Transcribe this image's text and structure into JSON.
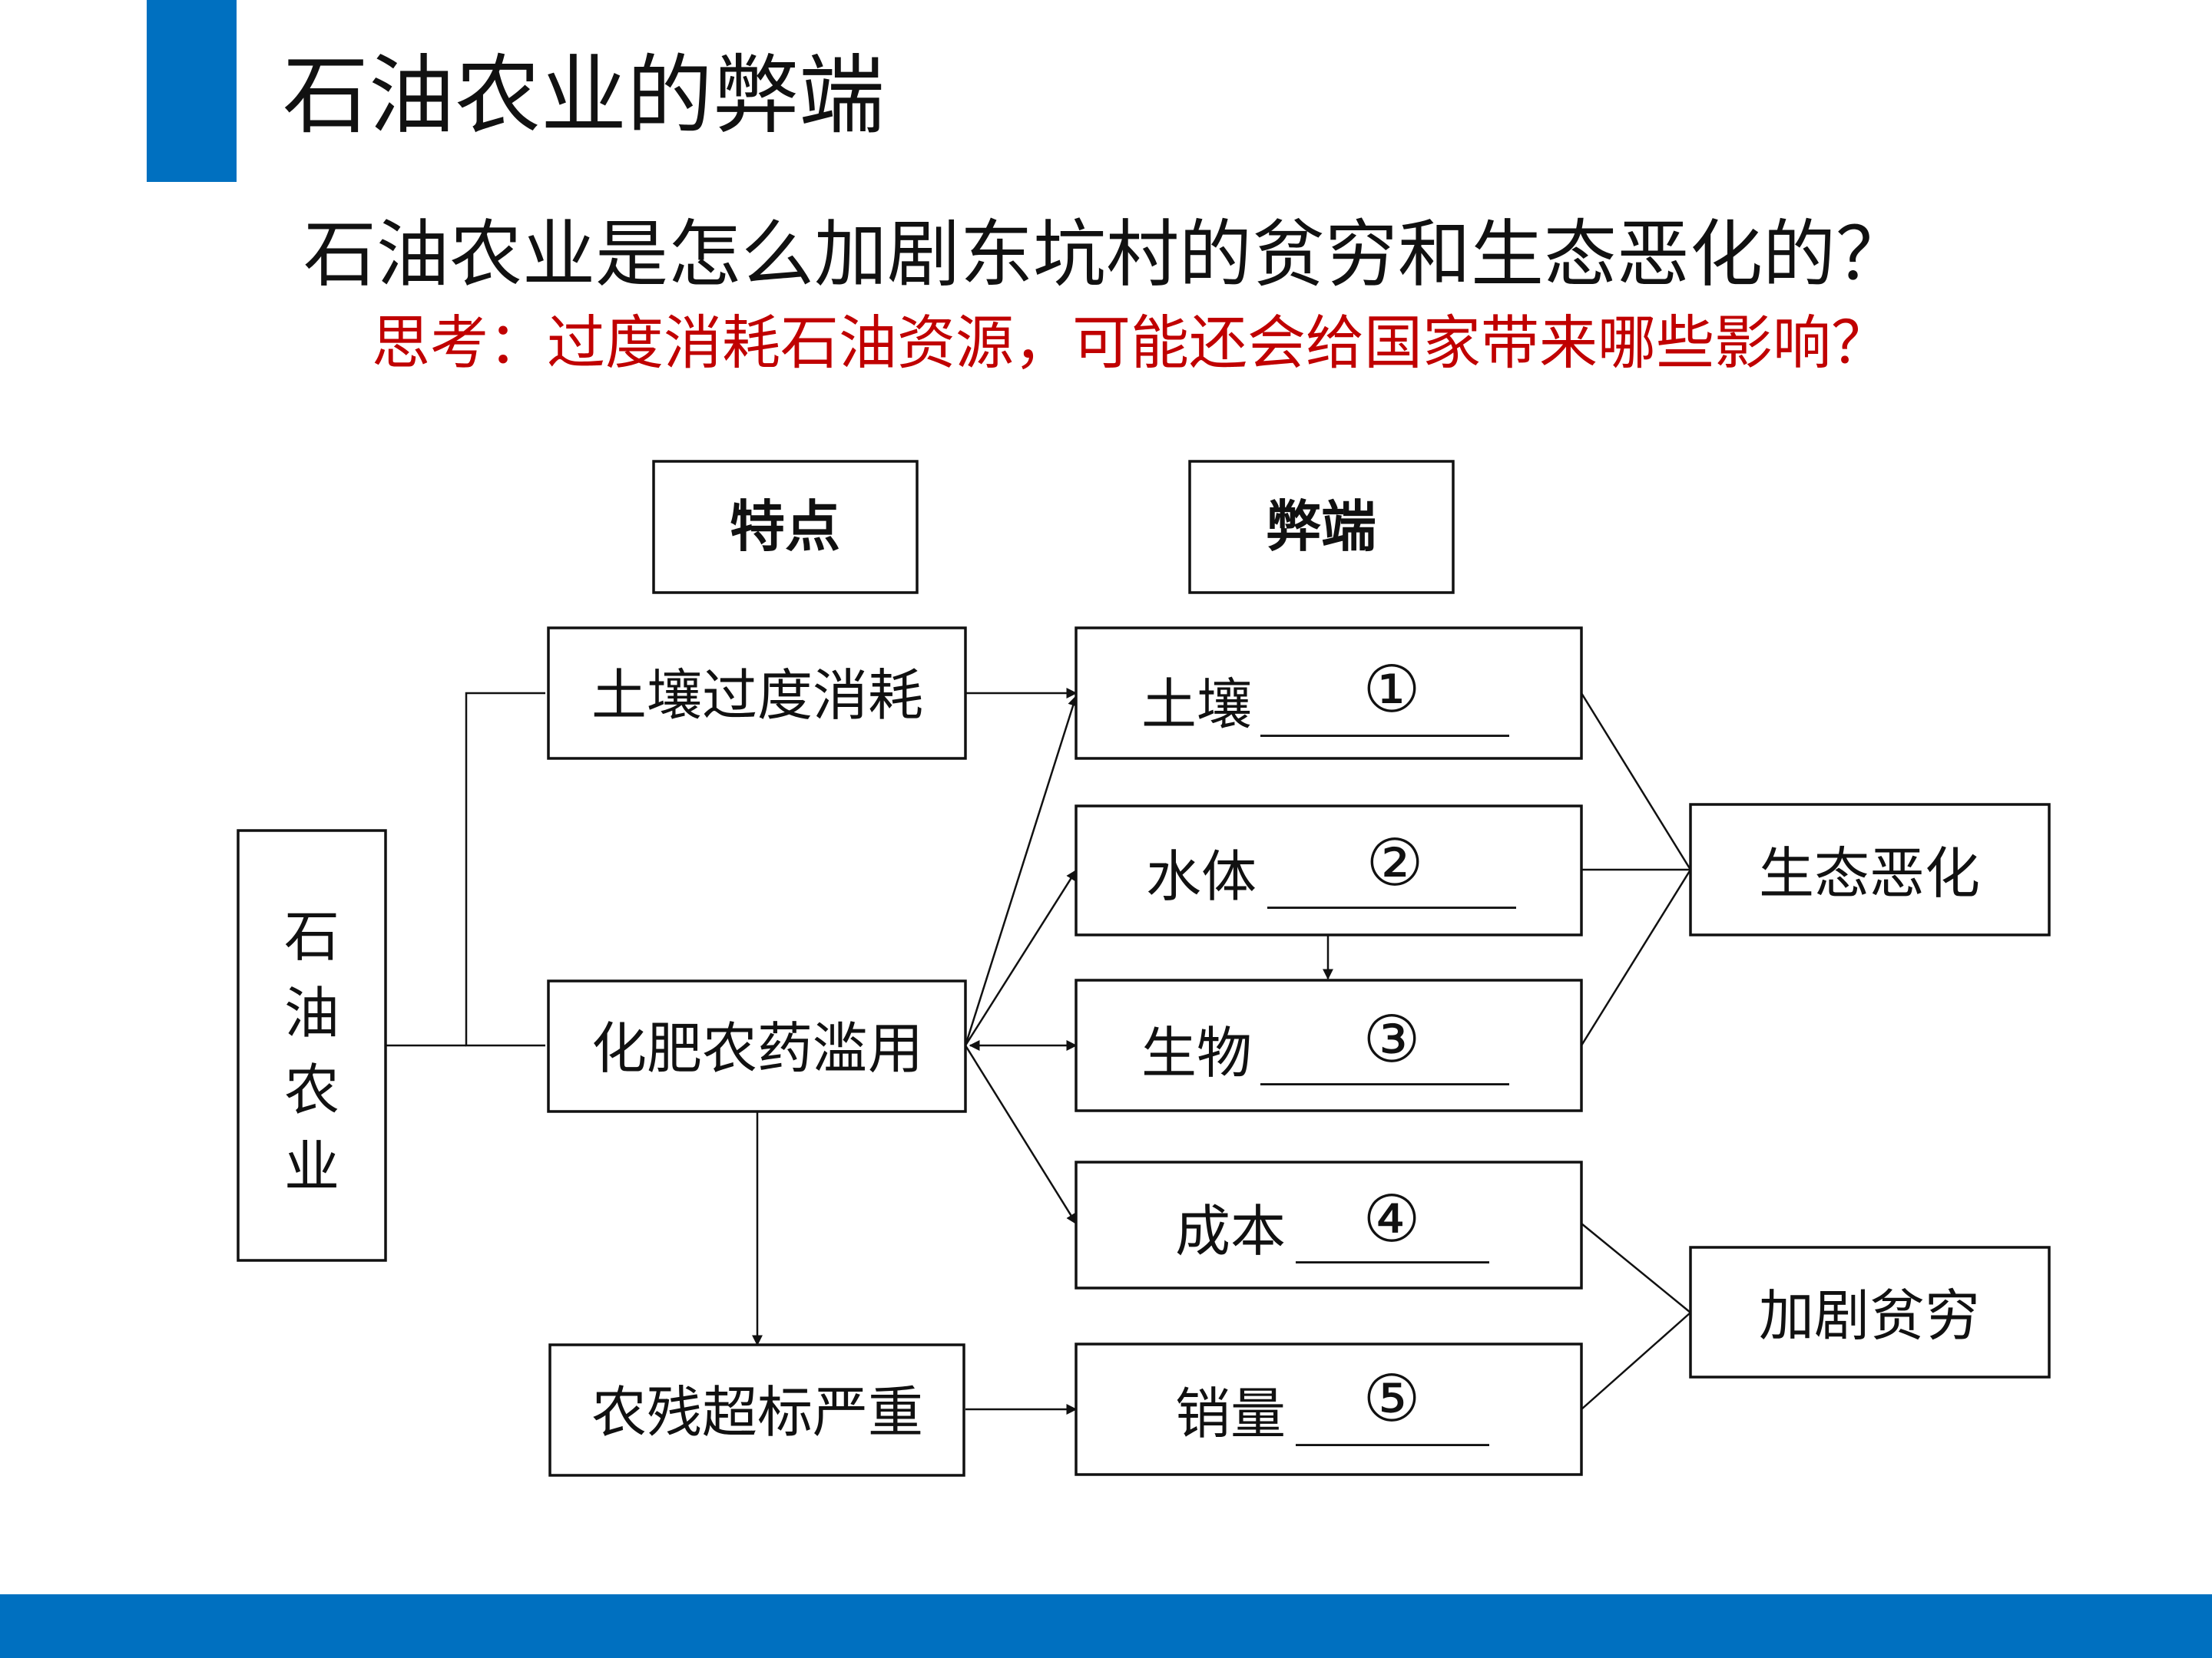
{
  "title": "石油农业的弊端",
  "question": "石油农业是怎么加剧东坑村的贫穷和生态恶化的？",
  "think": "思考：过度消耗石油资源，可能还会给国家带来哪些影响？",
  "colors": {
    "accent": "#0070c0",
    "think_text": "#c00000"
  },
  "diagram": {
    "headers": {
      "features": "特点",
      "drawbacks": "弊端"
    },
    "root": [
      "石",
      "油",
      "农",
      "业"
    ],
    "features": [
      "土壤过度消耗",
      "化肥农药滥用",
      "农残超标严重"
    ],
    "drawbacks": [
      {
        "label": "土壤",
        "blank": "_________",
        "number": "①"
      },
      {
        "label": "水体",
        "blank": "_________",
        "number": "②"
      },
      {
        "label": "生物",
        "blank": "_________",
        "number": "③"
      },
      {
        "label": "成本",
        "blank": "_______",
        "number": "④"
      },
      {
        "label": "销量",
        "blank": "_______",
        "number": "⑤"
      }
    ],
    "results": [
      "生态恶化",
      "加剧贫穷"
    ]
  }
}
